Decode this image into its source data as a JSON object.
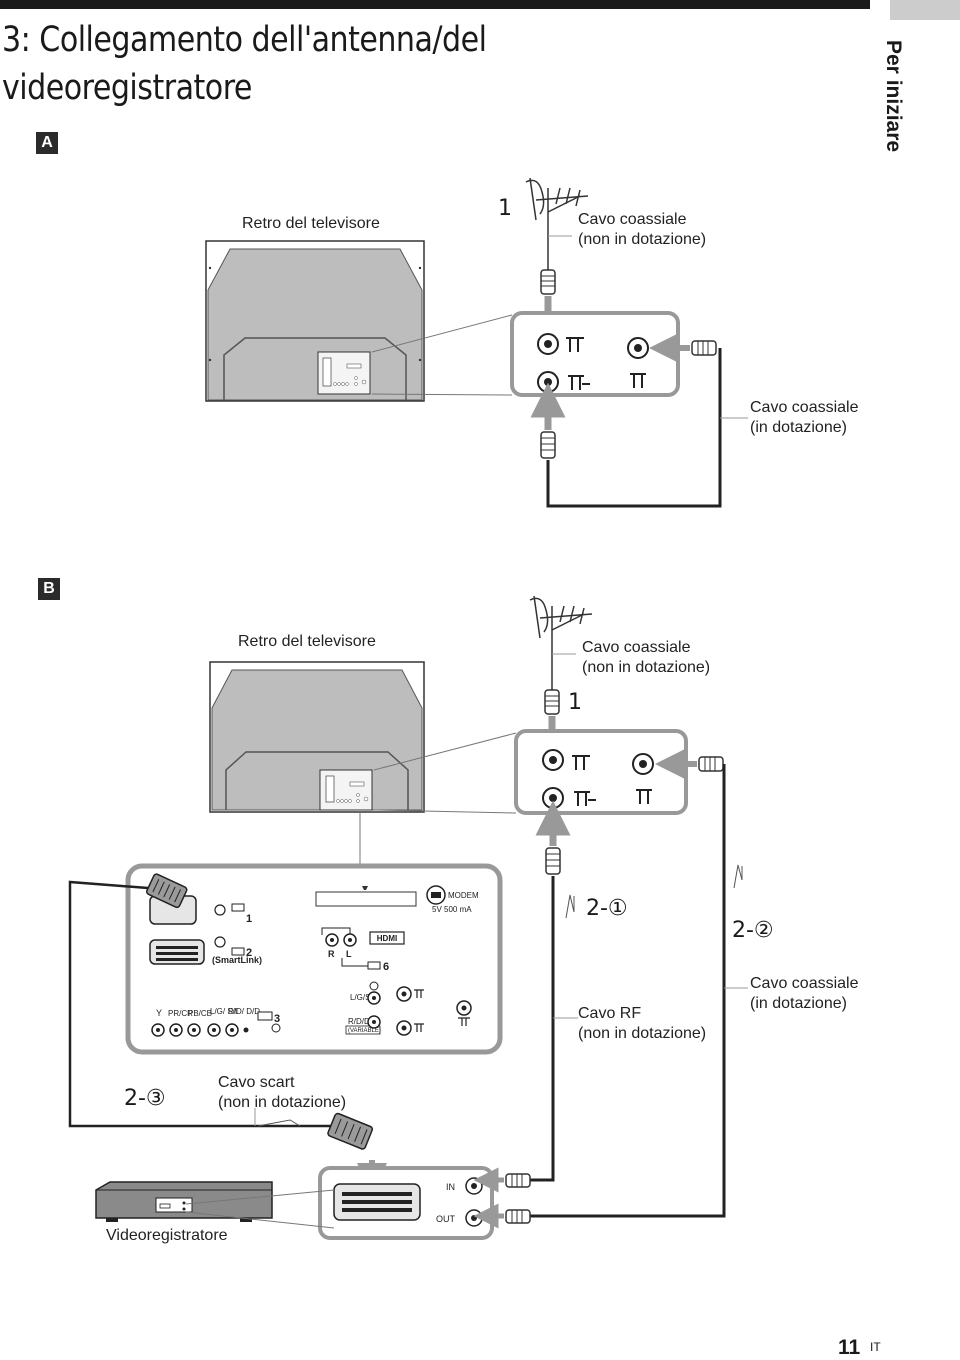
{
  "header": {
    "title_line1": "3:  Collegamento dell'antenna/del",
    "title_line2": "videoregistratore",
    "section": "Per iniziare"
  },
  "figure_a": {
    "badge": "A",
    "tv_back_label": "Retro del televisore",
    "step_1": "1",
    "cable_antenna": [
      "Cavo coassiale",
      "(non in dotazione)"
    ],
    "cable_supplied": [
      "Cavo coassiale",
      "(in dotazione)"
    ]
  },
  "figure_b": {
    "badge": "B",
    "tv_back_label": "Retro del televisore",
    "step_1": "1",
    "cable_antenna": [
      "Cavo coassiale",
      "(non in dotazione)"
    ],
    "step_2_1": "2-①",
    "step_2_2": "2-②",
    "step_2_3": "2-③",
    "cable_rf": [
      "Cavo RF",
      "(non in dotazione)"
    ],
    "cable_supplied": [
      "Cavo coassiale",
      "(in dotazione)"
    ],
    "cable_scart": [
      "Cavo scart",
      "(non in dotazione)"
    ],
    "vcr_label": "Videoregistratore"
  },
  "panel": {
    "modem": "MODEM",
    "power_spec": "5V  500 mA",
    "scart_1": "1",
    "scart_2": "2",
    "smartlink": "(SmartLink)",
    "hdmi": "HDMI",
    "audio_r": "R",
    "audio_l": "L",
    "input_6": "6",
    "component_y": "Y",
    "component_pr": "PR/CR",
    "component_pb": "PB/CB",
    "audio_lgsi": "L/G/\nS/I",
    "audio_rdd": "R/D/\nD/D",
    "input_3": "3",
    "monitor_lgsi": "L/G/S/I",
    "monitor_rddd": "R/D/D/D",
    "variable": "(VARIABLE)"
  },
  "vcr": {
    "in_label": "IN",
    "out_label": "OUT"
  },
  "footer": {
    "page_number": "11",
    "language": "IT"
  }
}
